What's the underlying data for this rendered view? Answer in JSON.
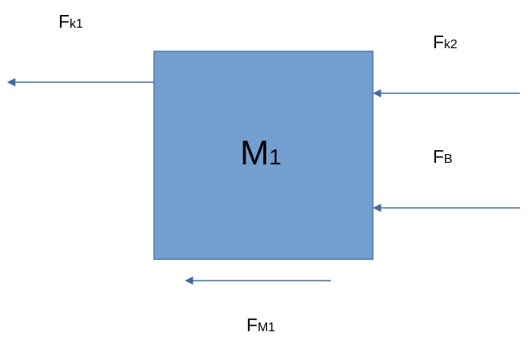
{
  "block": {
    "label_main": "M",
    "label_sub": "1",
    "fill": "#729fcf",
    "stroke": "#4a78b0"
  },
  "arrow_color": "#3e6aa8",
  "forces": [
    {
      "id": "fk1",
      "main": "F",
      "sub": "k1",
      "direction": "left"
    },
    {
      "id": "fk2",
      "main": "F",
      "sub": "k2",
      "direction": "left"
    },
    {
      "id": "fb",
      "main": "F",
      "sub": "B",
      "direction": "left"
    },
    {
      "id": "fm1",
      "main": "F",
      "sub": "M1",
      "direction": "left"
    }
  ]
}
